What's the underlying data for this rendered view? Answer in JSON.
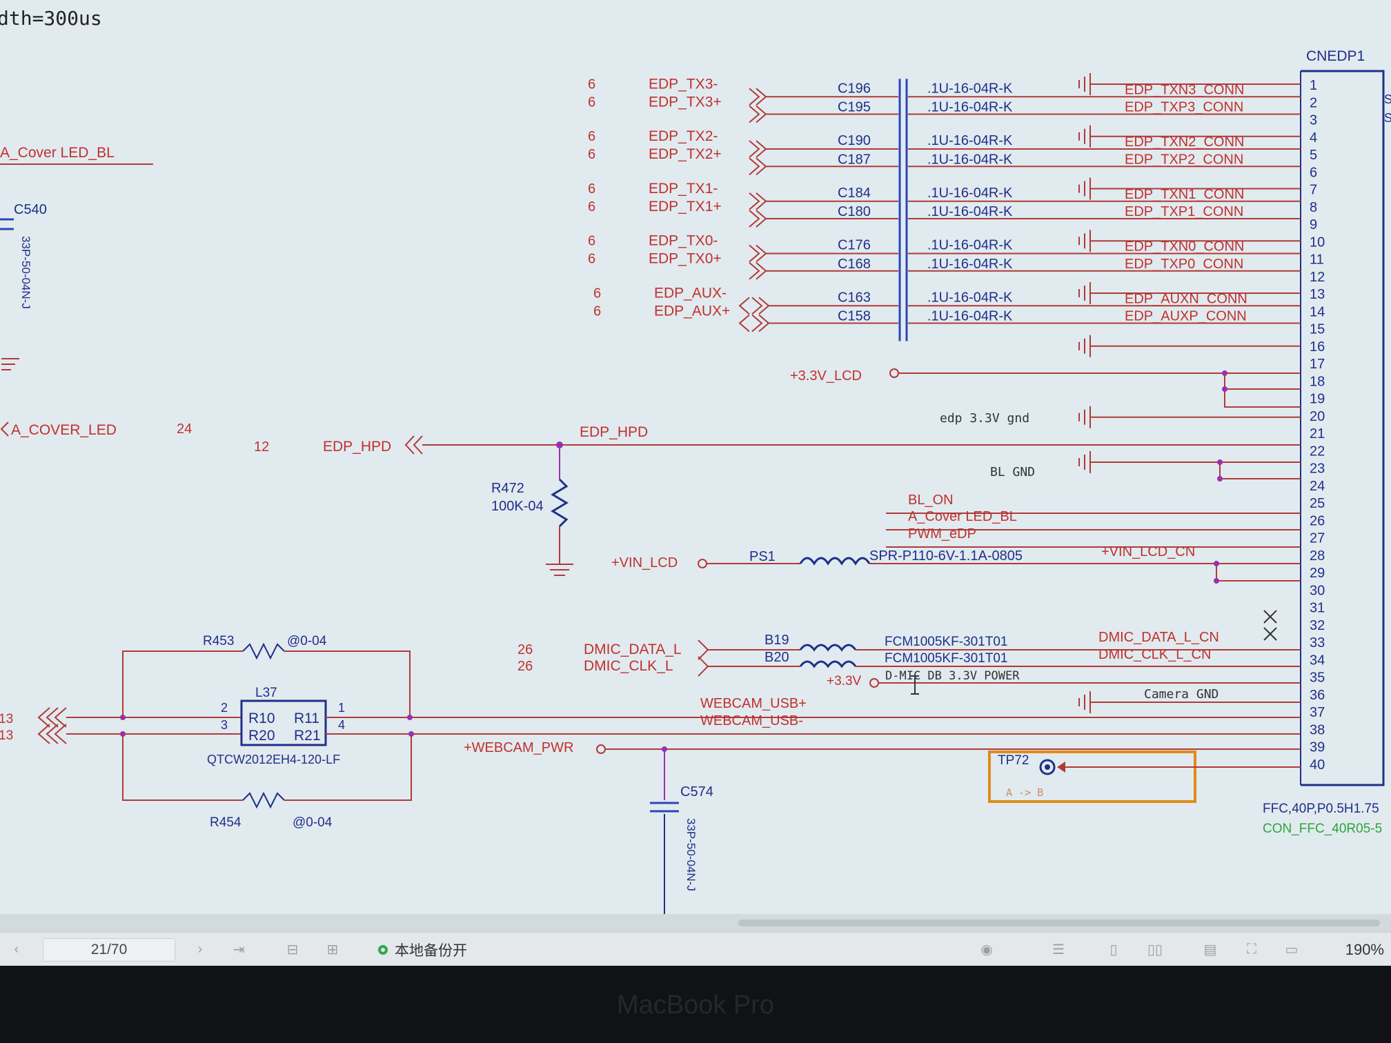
{
  "header": {
    "fragment": "dth=300us"
  },
  "connector": {
    "name": "CNEDP1",
    "pins": [
      "1",
      "2",
      "3",
      "4",
      "5",
      "6",
      "7",
      "8",
      "9",
      "10",
      "11",
      "12",
      "13",
      "14",
      "15",
      "16",
      "17",
      "18",
      "19",
      "20",
      "21",
      "22",
      "23",
      "24",
      "25",
      "26",
      "27",
      "28",
      "29",
      "30",
      "31",
      "32",
      "33",
      "34",
      "35",
      "36",
      "37",
      "38",
      "39",
      "40"
    ],
    "desc": "FFC,40P,P0.5H1.75",
    "part": "CON_FFC_40R05-5"
  },
  "pairs": [
    {
      "sheet_p": "6",
      "sheet_n": "6",
      "net_p": "EDP_TX3-",
      "net_n": "EDP_TX3+",
      "cap_p": "C196",
      "cap_n": "C195",
      "val_p": ".1U-16-04R-K",
      "val_n": ".1U-16-04R-K",
      "conn_p": "EDP_TXN3_CONN",
      "conn_n": "EDP_TXP3_CONN"
    },
    {
      "sheet_p": "6",
      "sheet_n": "6",
      "net_p": "EDP_TX2-",
      "net_n": "EDP_TX2+",
      "cap_p": "C190",
      "cap_n": "C187",
      "val_p": ".1U-16-04R-K",
      "val_n": ".1U-16-04R-K",
      "conn_p": "EDP_TXN2_CONN",
      "conn_n": "EDP_TXP2_CONN"
    },
    {
      "sheet_p": "6",
      "sheet_n": "6",
      "net_p": "EDP_TX1-",
      "net_n": "EDP_TX1+",
      "cap_p": "C184",
      "cap_n": "C180",
      "val_p": ".1U-16-04R-K",
      "val_n": ".1U-16-04R-K",
      "conn_p": "EDP_TXN1_CONN",
      "conn_n": "EDP_TXP1_CONN"
    },
    {
      "sheet_p": "6",
      "sheet_n": "6",
      "net_p": "EDP_TX0-",
      "net_n": "EDP_TX0+",
      "cap_p": "C176",
      "cap_n": "C168",
      "val_p": ".1U-16-04R-K",
      "val_n": ".1U-16-04R-K",
      "conn_p": "EDP_TXN0_CONN",
      "conn_n": "EDP_TXP0_CONN"
    },
    {
      "sheet_p": "6",
      "sheet_n": "6",
      "net_p": "EDP_AUX-",
      "net_n": "EDP_AUX+",
      "cap_p": "C163",
      "cap_n": "C158",
      "val_p": ".1U-16-04R-K",
      "val_n": ".1U-16-04R-K",
      "conn_p": "EDP_AUXN_CONN",
      "conn_n": "EDP_AUXP_CONN"
    }
  ],
  "left": {
    "cover_bl": "A_Cover LED_BL",
    "c540": "C540",
    "c540_val": "33P-50-04N-J",
    "cover_led": "A_COVER_LED",
    "cover_led_sheet": "24",
    "usb_sheet_1": "13",
    "usb_sheet_2": "13"
  },
  "power": {
    "v33_lcd": "+3.3V_LCD",
    "vin_lcd": "+VIN_LCD",
    "vin_lcd_cn": "+VIN_LCD_CN",
    "v33": "+3.3V",
    "webcam_pwr": "+WEBCAM_PWR"
  },
  "hpd": {
    "sheet": "12",
    "net": "EDP_HPD",
    "label": "EDP_HPD",
    "r_ref": "R472",
    "r_val": "100K-04"
  },
  "notes": {
    "edp_gnd": "edp 3.3V gnd",
    "bl_gnd": "BL GND",
    "dmic_power": "D-MIC  DB 3.3V POWER",
    "camera_gnd": "Camera GND"
  },
  "bl_nets": [
    "BL_ON",
    "A_Cover LED_BL",
    "PWM_eDP"
  ],
  "ps1": {
    "ref": "PS1",
    "part": "SPR-P110-6V-1.1A-0805"
  },
  "dmic": {
    "sheet_1": "26",
    "sheet_2": "26",
    "data": "DMIC_DATA_L",
    "clk": "DMIC_CLK_L",
    "bead_1": "B19",
    "bead_2": "B20",
    "bead_part_1": "FCM1005KF-301T01",
    "bead_part_2": "FCM1005KF-301T01",
    "data_cn": "DMIC_DATA_L_CN",
    "clk_cn": "DMIC_CLK_L_CN"
  },
  "usb": {
    "r453": "R453",
    "r453_val": "@0-04",
    "r454": "R454",
    "r454_val": "@0-04",
    "l37": "L37",
    "l37_part": "QTCW2012EH4-120-LF",
    "pin_1": "1",
    "pin_2": "2",
    "pin_3": "3",
    "pin_4": "4",
    "r10": "R10",
    "r11": "R11",
    "r20": "R20",
    "r21": "R21",
    "usb_p": "WEBCAM_USB+",
    "usb_n": "WEBCAM_USB-"
  },
  "c574": {
    "ref": "C574",
    "val": "33P-50-04N-J"
  },
  "tp72": {
    "ref": "TP72",
    "note": "A -> B"
  },
  "statusbar": {
    "page": "21/70",
    "backup": "本地备份开",
    "zoom": "190%"
  },
  "bezel": {
    "brand": "MacBook Pro"
  },
  "colors": {
    "wire": "#b03a3a",
    "net_text": "#c0302e",
    "component": "#1f2f8a",
    "cap_blue": "#2a45b8",
    "junction": "#9b2fb0",
    "green": "#2aa53a",
    "highlight": "#e08a1a"
  }
}
